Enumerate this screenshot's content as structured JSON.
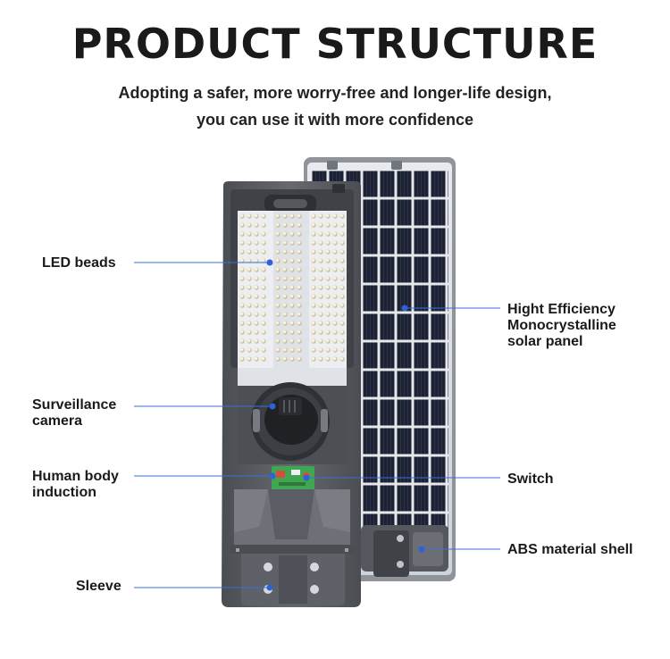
{
  "header": {
    "title": "PRODUCT STRUCTURE",
    "subtitle_line1": "Adopting a safer, more worry-free and longer-life design,",
    "subtitle_line2": "you can use it with more confidence"
  },
  "labels": {
    "led_beads": "LED beads",
    "surveillance_line1": "Surveillance",
    "surveillance_line2": "camera",
    "human_body_line1": "Human body",
    "human_body_line2": "induction",
    "sleeve": "Sleeve",
    "solar_line1": "Hight Efficiency",
    "solar_line2": "Monocrystalline",
    "solar_line3": "solar panel",
    "switch": "Switch",
    "abs_shell": "ABS material shell"
  },
  "colors": {
    "callout_line": "#3a6fd8",
    "callout_dot": "#2f62d6",
    "housing": "#5a5d62",
    "solar_cell": "#1c2233"
  }
}
